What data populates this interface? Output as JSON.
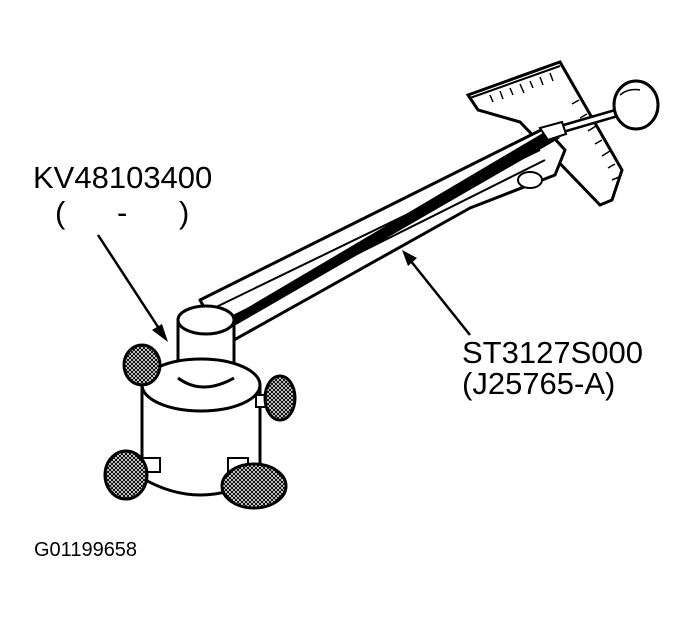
{
  "labels": {
    "tool_left": "KV48103400",
    "tool_left_alt": "(      -      )",
    "tool_right": "ST3127S000",
    "tool_right_alt": "(J25765-A)",
    "figure_id": "G01199658"
  },
  "colors": {
    "ink": "#000000",
    "paper": "#ffffff"
  }
}
